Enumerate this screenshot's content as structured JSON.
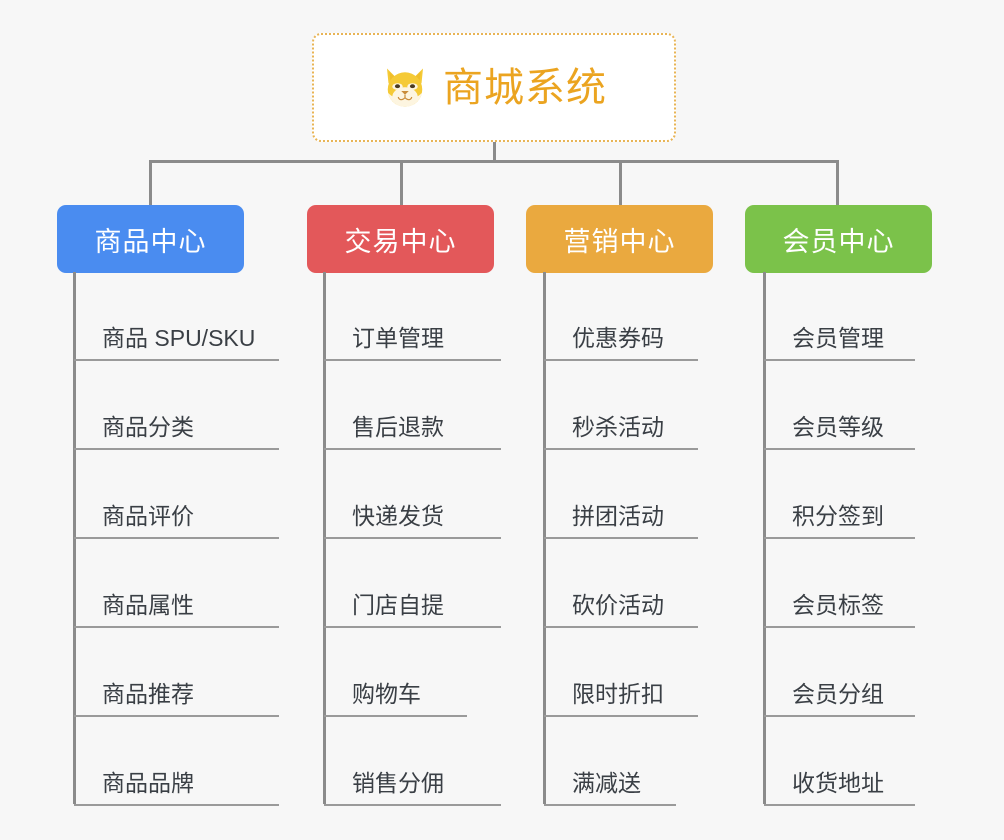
{
  "page": {
    "background_color": "#f7f7f7",
    "type": "mindmap"
  },
  "root": {
    "title": "商城系统",
    "icon": "shiba-dog-face-icon",
    "text_color": "#eba420",
    "border_color": "#e8b455",
    "background_color": "#ffffff"
  },
  "connector_color": "#8b8b8b",
  "branches": [
    {
      "label": "商品中心",
      "color": "#4a8cf0",
      "items": [
        "商品 SPU/SKU",
        "商品分类",
        "商品评价",
        "商品属性",
        "商品推荐",
        "商品品牌"
      ]
    },
    {
      "label": "交易中心",
      "color": "#e3585a",
      "items": [
        "订单管理",
        "售后退款",
        "快递发货",
        "门店自提",
        "购物车",
        "销售分佣"
      ]
    },
    {
      "label": "营销中心",
      "color": "#eaa93f",
      "items": [
        "优惠券码",
        "秒杀活动",
        "拼团活动",
        "砍价活动",
        "限时折扣",
        "满减送"
      ]
    },
    {
      "label": "会员中心",
      "color": "#7bc24a",
      "items": [
        "会员管理",
        "会员等级",
        "积分签到",
        "会员标签",
        "会员分组",
        "收货地址"
      ]
    }
  ]
}
